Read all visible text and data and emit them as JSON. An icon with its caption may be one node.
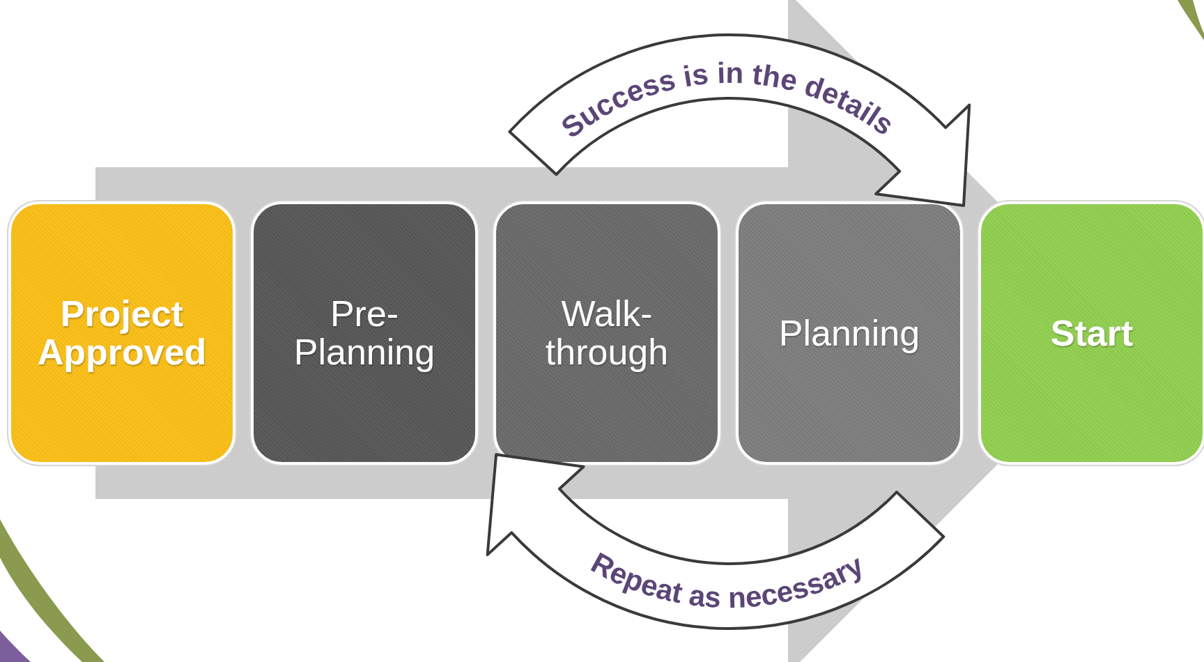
{
  "diagram": {
    "nodes": [
      {
        "text": [
          "Project Approved"
        ]
      },
      {
        "text": [
          "Pre-Planning"
        ]
      },
      {
        "text": [
          "Walk-through"
        ]
      },
      {
        "text": [
          "Planning"
        ]
      },
      {
        "text": [
          "Start"
        ]
      }
    ],
    "edges": [
      {
        "from": 2,
        "to": 3,
        "arrow": "to",
        "label": "Success is in the details"
      },
      {
        "from": 3,
        "to": 2,
        "arrow": "to",
        "label": "Repeat as necessary"
      },
      {
        "from": 0,
        "to": 4,
        "arrow": "to"
      }
    ]
  }
}
